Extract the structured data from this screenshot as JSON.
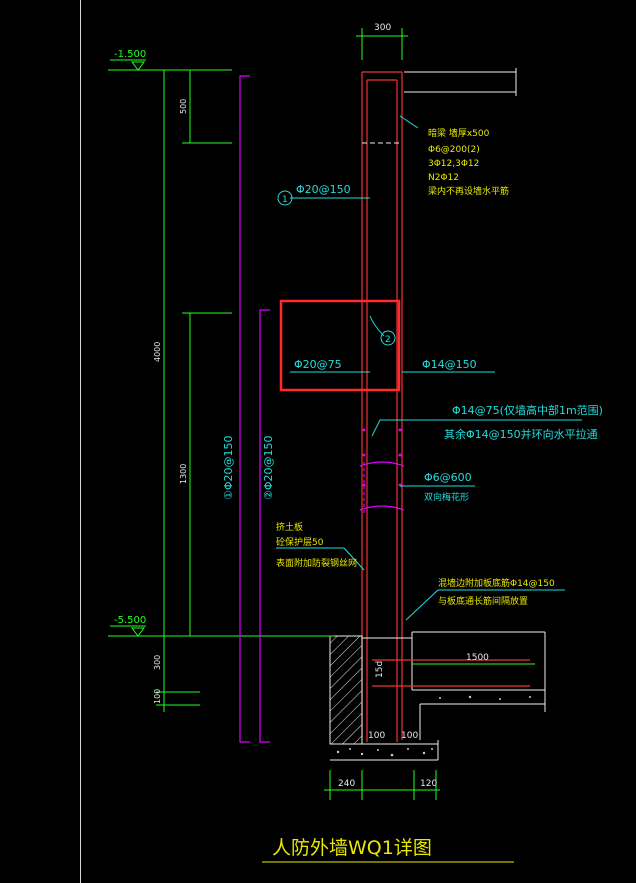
{
  "drawing": {
    "title": "人防外墙WQ1详图",
    "elevations": {
      "top": "-1.500",
      "bottom": "-5.500"
    },
    "dims_left": {
      "d500": "500",
      "d4000": "4000",
      "d1300": "1300",
      "d300": "300",
      "d100": "100"
    },
    "dims_top": {
      "wall": "300"
    },
    "dims_bottom": {
      "left": "240",
      "right": "120",
      "inner_left": "100",
      "inner_right": "100"
    },
    "dims_slab": {
      "len": "1500",
      "anchor": "15d"
    },
    "vertical_labels": {
      "rebar1": "①Φ20@150",
      "rebar2": "②Φ20@150"
    },
    "labels": {
      "beam_l1": "暗梁 墙厚x500",
      "beam_l2": "Φ6@200(2)",
      "beam_l3": "3Φ12,3Φ12",
      "beam_l4": "N2Φ12",
      "beam_l5": "梁内不再设墙水平筋",
      "rebar1_text": "Φ20@150",
      "rebar1_num": "1",
      "rebar2_num": "2",
      "inner_rebar": "Φ20@75",
      "outer_rebar": "Φ14@150",
      "horiz1": "Φ14@75(仅墙高中部1m范围)",
      "horiz2": "其余Φ14@150并环向水平拉通",
      "tie1": "Φ6@600",
      "tie2": "双向梅花形",
      "soil1": "挤土板",
      "soil2": "砼保护层50",
      "soil3": "表面附加防裂钢丝网",
      "add1": "混墙边附加板底筋Φ14@150",
      "add2": "与板底通长筋间隔放置"
    }
  }
}
